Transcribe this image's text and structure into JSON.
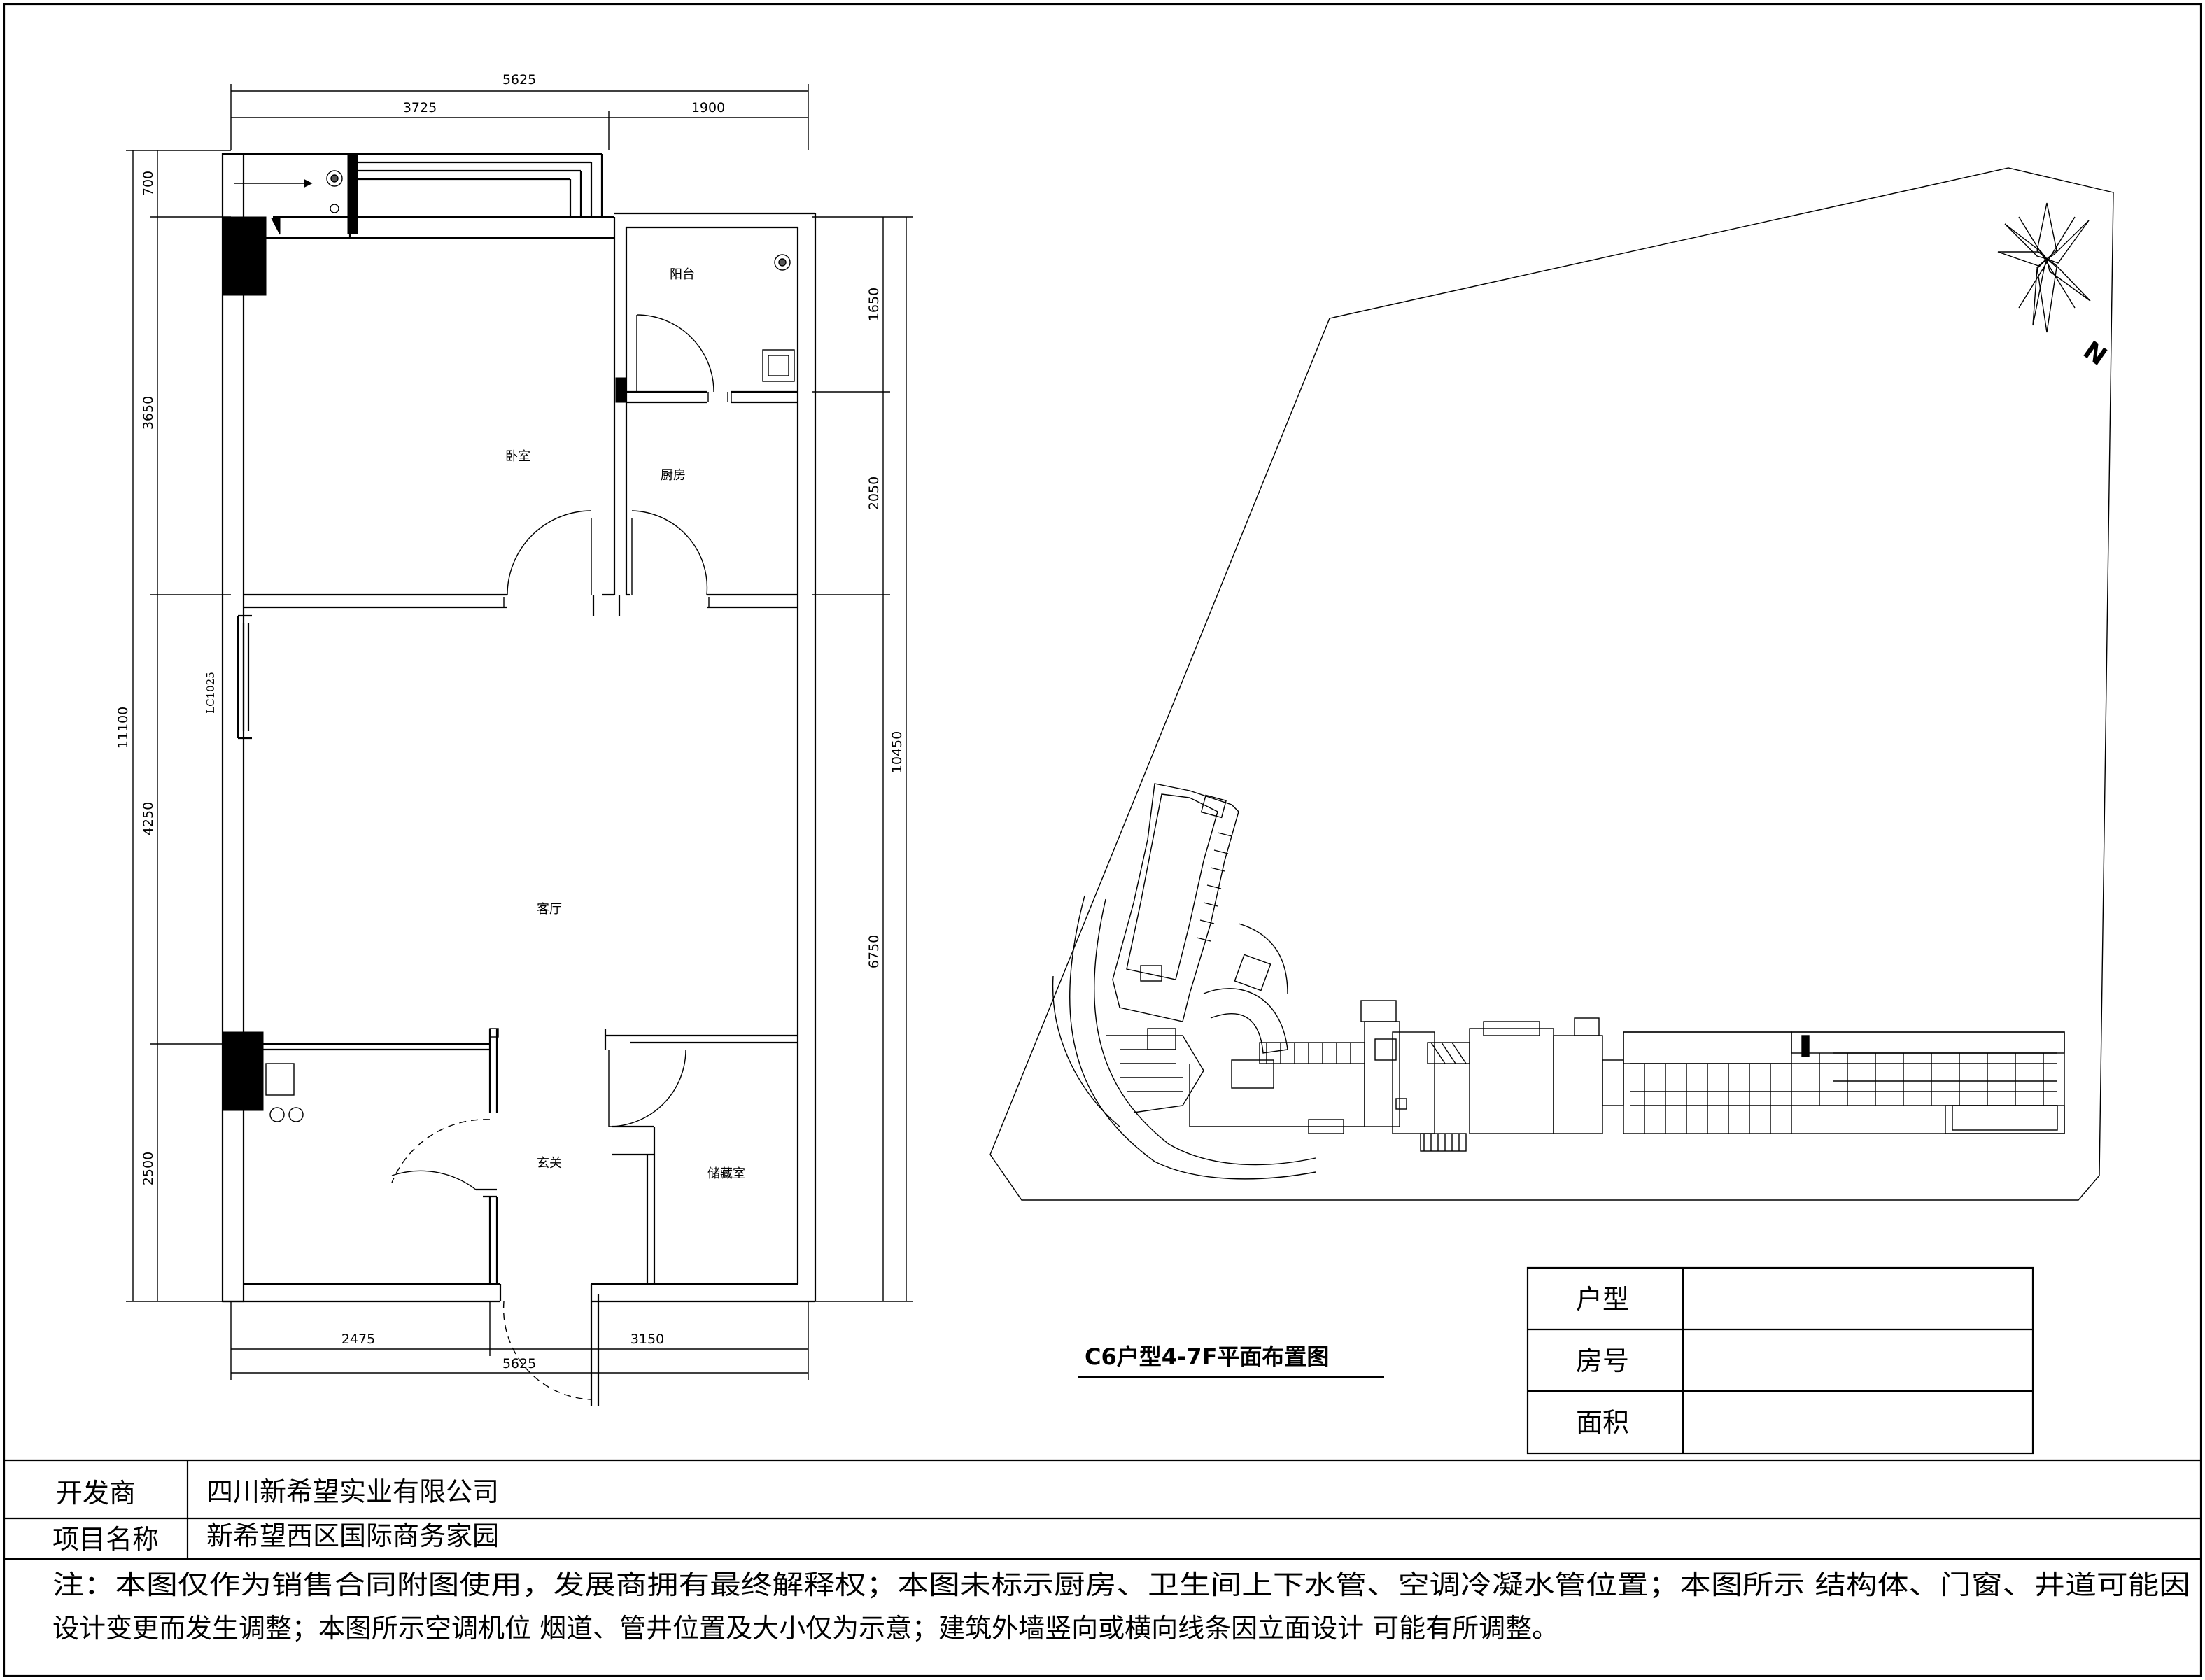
{
  "drawing_title": "C6户型4-7F平面布置图",
  "north_label": "N",
  "dimensions": {
    "top_total": "5625",
    "top_left": "3725",
    "top_right": "1900",
    "left_1": "700",
    "left_2": "3650",
    "left_3": "4250",
    "left_4": "2500",
    "left_total": "11100",
    "right_1": "1650",
    "right_2": "2050",
    "right_3": "6750",
    "right_total": "10450",
    "bottom_left": "2475",
    "bottom_right": "3150",
    "bottom_total": "5625",
    "window_code": "LC1025"
  },
  "rooms": {
    "balcony": "阳台",
    "bedroom": "卧室",
    "kitchen": "厨房",
    "living": "客厅",
    "foyer": "玄关",
    "storage": "储藏室"
  },
  "info_table": {
    "rows": [
      {
        "label": "户型",
        "value": ""
      },
      {
        "label": "房号",
        "value": ""
      },
      {
        "label": "面积",
        "value": ""
      }
    ]
  },
  "footer": {
    "developer_label": "开发商",
    "developer_value": "四川新希望实业有限公司",
    "project_label": "项目名称",
    "project_value": "新希望西区国际商务家园",
    "note_line1": "注：本图仅作为销售合同附图使用，发展商拥有最终解释权；本图未标示厨房、卫生间上下水管、空调冷凝水管位置；本图所示 结构体、门窗、井道可能因",
    "note_line2": "设计变更而发生调整；本图所示空调机位 烟道、管井位置及大小仅为示意；建筑外墙竖向或横向线条因立面设计 可能有所调整。"
  }
}
